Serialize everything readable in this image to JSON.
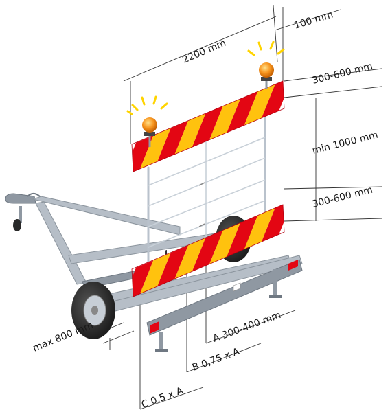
{
  "figure": {
    "colors": {
      "stripe_red": "#e30613",
      "stripe_yellow": "#ffc20e",
      "lamp_amber": "#f7941d",
      "ray_yellow": "#ffd400",
      "chassis": "#b6bec7"
    }
  },
  "dimensions": {
    "overall_width": "2200 mm",
    "lamp_offset": "100 mm",
    "upper_board_height": "300-600 mm",
    "board_gap": "min 1000 mm",
    "lower_board_height": "300-600 mm",
    "max_ground_height": "max 800 mm",
    "stripe_a": "A 300-400 mm",
    "stripe_b": "B 0,75 x A",
    "stripe_c": "C 0,5 x A"
  }
}
